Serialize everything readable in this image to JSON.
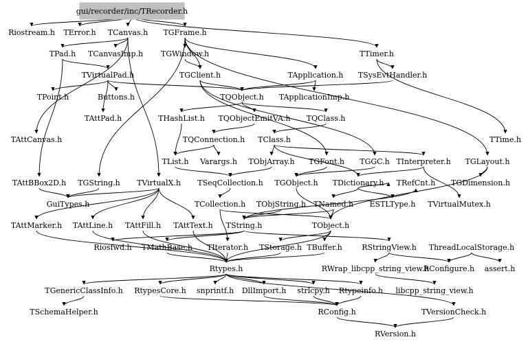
{
  "root": "gui/recorder/inc/TRecorder.h",
  "nodes": [
    {
      "id": "root",
      "label": "gui/recorder/inc/TRecorder.h"
    },
    {
      "id": "riostream",
      "label": "Riostream.h"
    },
    {
      "id": "terror",
      "label": "TError.h"
    },
    {
      "id": "tcanvas",
      "label": "TCanvas.h"
    },
    {
      "id": "tgframe",
      "label": "TGFrame.h"
    },
    {
      "id": "ttimer",
      "label": "TTimer.h"
    },
    {
      "id": "tpad",
      "label": "TPad.h"
    },
    {
      "id": "tcanvasimp",
      "label": "TCanvasImp.h"
    },
    {
      "id": "tgwindow",
      "label": "TGWindow.h"
    },
    {
      "id": "tsysevthandler",
      "label": "TSysEvtHandler.h"
    },
    {
      "id": "tvirtualpad",
      "label": "TVirtualPad.h"
    },
    {
      "id": "tgclient",
      "label": "TGClient.h"
    },
    {
      "id": "tapplication",
      "label": "TApplication.h"
    },
    {
      "id": "tpoint",
      "label": "TPoint.h"
    },
    {
      "id": "buttons",
      "label": "Buttons.h"
    },
    {
      "id": "tqobject",
      "label": "TQObject.h"
    },
    {
      "id": "tapplicationimp",
      "label": "TApplicationImp.h"
    },
    {
      "id": "tattpad",
      "label": "TAttPad.h"
    },
    {
      "id": "thashlist",
      "label": "THashList.h"
    },
    {
      "id": "tqobjectemitva",
      "label": "TQObjectEmitVA.h"
    },
    {
      "id": "tqclass",
      "label": "TQClass.h"
    },
    {
      "id": "tattcanvas",
      "label": "TAttCanvas.h"
    },
    {
      "id": "tqconnection",
      "label": "TQConnection.h"
    },
    {
      "id": "tclass",
      "label": "TClass.h"
    },
    {
      "id": "ttime",
      "label": "TTime.h"
    },
    {
      "id": "tlist",
      "label": "TList.h"
    },
    {
      "id": "varargs",
      "label": "Varargs.h"
    },
    {
      "id": "tobjarray",
      "label": "TObjArray.h"
    },
    {
      "id": "tgfont",
      "label": "TGFont.h"
    },
    {
      "id": "tggc",
      "label": "TGGC.h"
    },
    {
      "id": "tinterpreter",
      "label": "TInterpreter.h"
    },
    {
      "id": "tglayout",
      "label": "TGLayout.h"
    },
    {
      "id": "tattbbox2d",
      "label": "TAttBBox2D.h"
    },
    {
      "id": "tgstring",
      "label": "TGString.h"
    },
    {
      "id": "tvirtualx",
      "label": "TVirtualX.h"
    },
    {
      "id": "tseqcollection",
      "label": "TSeqCollection.h"
    },
    {
      "id": "tgobject",
      "label": "TGObject.h"
    },
    {
      "id": "tdictionary",
      "label": "TDictionary.h"
    },
    {
      "id": "trefcnt",
      "label": "TRefCnt.h"
    },
    {
      "id": "tgdimension",
      "label": "TGDimension.h"
    },
    {
      "id": "guitypes",
      "label": "GuiTypes.h"
    },
    {
      "id": "tcollection",
      "label": "TCollection.h"
    },
    {
      "id": "tobjstring",
      "label": "TObjString.h"
    },
    {
      "id": "tnamed",
      "label": "TNamed.h"
    },
    {
      "id": "estltype",
      "label": "ESTLType.h"
    },
    {
      "id": "tvirtualmutex",
      "label": "TVirtualMutex.h"
    },
    {
      "id": "tattmarker",
      "label": "TAttMarker.h"
    },
    {
      "id": "tattline",
      "label": "TAttLine.h"
    },
    {
      "id": "tattfill",
      "label": "TAttFill.h"
    },
    {
      "id": "tatttext",
      "label": "TAttText.h"
    },
    {
      "id": "tstring",
      "label": "TString.h"
    },
    {
      "id": "tobject",
      "label": "TObject.h"
    },
    {
      "id": "riosfwd",
      "label": "Riosfwd.h"
    },
    {
      "id": "tmathbase",
      "label": "TMathBase.h"
    },
    {
      "id": "titerator",
      "label": "TIterator.h"
    },
    {
      "id": "tstorage",
      "label": "TStorage.h"
    },
    {
      "id": "tbuffer",
      "label": "TBuffer.h"
    },
    {
      "id": "rstringview",
      "label": "RStringView.h"
    },
    {
      "id": "threadlocalstorage",
      "label": "ThreadLocalStorage.h"
    },
    {
      "id": "rtypes",
      "label": "Rtypes.h"
    },
    {
      "id": "rwrap",
      "label": "RWrap_libcpp_string_view.h"
    },
    {
      "id": "rconfigure",
      "label": "RConfigure.h"
    },
    {
      "id": "assert",
      "label": "assert.h"
    },
    {
      "id": "tgenericclassinfo",
      "label": "TGenericClassInfo.h"
    },
    {
      "id": "rtypescore",
      "label": "RtypesCore.h"
    },
    {
      "id": "snprintf",
      "label": "snprintf.h"
    },
    {
      "id": "dllimport",
      "label": "DllImport.h"
    },
    {
      "id": "strlcpy",
      "label": "strlcpy.h"
    },
    {
      "id": "rtypeinfo",
      "label": "Rtypeinfo.h"
    },
    {
      "id": "libcpp",
      "label": "libcpp_string_view.h"
    },
    {
      "id": "tschemahelper",
      "label": "TSchemaHelper.h"
    },
    {
      "id": "rconfig",
      "label": "RConfig.h"
    },
    {
      "id": "tversioncheck",
      "label": "TVersionCheck.h"
    },
    {
      "id": "rversion",
      "label": "RVersion.h"
    }
  ],
  "edges": [
    [
      "root",
      "riostream"
    ],
    [
      "root",
      "terror"
    ],
    [
      "root",
      "tcanvas"
    ],
    [
      "root",
      "tgframe"
    ],
    [
      "root",
      "ttimer"
    ],
    [
      "tcanvas",
      "tpad"
    ],
    [
      "tcanvas",
      "tcanvasimp"
    ],
    [
      "tcanvas",
      "tattcanvas"
    ],
    [
      "tcanvas",
      "tvirtualx"
    ],
    [
      "tgframe",
      "tgwindow"
    ],
    [
      "tgframe",
      "tgclient"
    ],
    [
      "tgframe",
      "tapplication"
    ],
    [
      "tgframe",
      "tglayout"
    ],
    [
      "tgframe",
      "tgstring"
    ],
    [
      "ttimer",
      "tsysevthandler"
    ],
    [
      "ttimer",
      "ttime"
    ],
    [
      "tpad",
      "tvirtualpad"
    ],
    [
      "tpad",
      "tattbbox2d"
    ],
    [
      "tvirtualpad",
      "tpoint"
    ],
    [
      "tvirtualpad",
      "buttons"
    ],
    [
      "tvirtualpad",
      "tattpad"
    ],
    [
      "tvirtualpad",
      "tqobject"
    ],
    [
      "tgwindow",
      "tgclient"
    ],
    [
      "tgclient",
      "tqobject"
    ],
    [
      "tgclient",
      "tgfont"
    ],
    [
      "tgclient",
      "tggc"
    ],
    [
      "tapplication",
      "tapplicationimp"
    ],
    [
      "tapplication",
      "tqobject"
    ],
    [
      "tsysevthandler",
      "tqobject"
    ],
    [
      "tqobject",
      "tqobjectemitva"
    ],
    [
      "tqobject",
      "tqclass"
    ],
    [
      "tqobject",
      "thashlist"
    ],
    [
      "tqobjectemitva",
      "tqconnection"
    ],
    [
      "tqclass",
      "tclass"
    ],
    [
      "tqconnection",
      "tlist"
    ],
    [
      "tqconnection",
      "varargs"
    ],
    [
      "tclass",
      "tobjarray"
    ],
    [
      "tclass",
      "tinterpreter"
    ],
    [
      "tclass",
      "tdictionary"
    ],
    [
      "thashlist",
      "tlist"
    ],
    [
      "tlist",
      "tseqcollection"
    ],
    [
      "tobjarray",
      "tseqcollection"
    ],
    [
      "tgfont",
      "tgobject"
    ],
    [
      "tggc",
      "tgobject"
    ],
    [
      "tinterpreter",
      "tdictionary"
    ],
    [
      "tinterpreter",
      "tvirtualmutex"
    ],
    [
      "tglayout",
      "tgdimension"
    ],
    [
      "tglayout",
      "tobject"
    ],
    [
      "tattbbox2d",
      "guitypes"
    ],
    [
      "tgstring",
      "guitypes"
    ],
    [
      "tvirtualx",
      "guitypes"
    ],
    [
      "tvirtualx",
      "tattmarker"
    ],
    [
      "tvirtualx",
      "tattline"
    ],
    [
      "tvirtualx",
      "tattfill"
    ],
    [
      "tvirtualx",
      "tatttext"
    ],
    [
      "tseqcollection",
      "tcollection"
    ],
    [
      "tgobject",
      "tobject"
    ],
    [
      "tdictionary",
      "tnamed"
    ],
    [
      "tdictionary",
      "estltype"
    ],
    [
      "tdictionary",
      "trefcnt"
    ],
    [
      "tcollection",
      "tobject"
    ],
    [
      "tcollection",
      "titerator"
    ],
    [
      "tobjstring",
      "tstring"
    ],
    [
      "tnamed",
      "tobject"
    ],
    [
      "tnamed",
      "tstring"
    ],
    [
      "tattmarker",
      "rtypes"
    ],
    [
      "tattline",
      "rtypes"
    ],
    [
      "tattfill",
      "rtypes"
    ],
    [
      "tatttext",
      "rtypes"
    ],
    [
      "tstring",
      "riosfwd"
    ],
    [
      "tstring",
      "tmathbase"
    ],
    [
      "tstring",
      "rstringview"
    ],
    [
      "tstring",
      "trefcnt"
    ],
    [
      "tobject",
      "tstorage"
    ],
    [
      "tobject",
      "tbuffer"
    ],
    [
      "tobject",
      "rtypes"
    ],
    [
      "tmathbase",
      "rtypes"
    ],
    [
      "titerator",
      "rtypes"
    ],
    [
      "tstorage",
      "rtypes"
    ],
    [
      "tbuffer",
      "rtypes"
    ],
    [
      "rstringview",
      "rconfigure"
    ],
    [
      "rstringview",
      "rwrap"
    ],
    [
      "threadlocalstorage",
      "rconfigure"
    ],
    [
      "threadlocalstorage",
      "assert"
    ],
    [
      "rtypes",
      "tgenericclassinfo"
    ],
    [
      "rtypes",
      "rtypescore"
    ],
    [
      "rtypes",
      "snprintf"
    ],
    [
      "rtypes",
      "dllimport"
    ],
    [
      "rtypes",
      "strlcpy"
    ],
    [
      "rtypes",
      "rtypeinfo"
    ],
    [
      "rtypes",
      "tversioncheck"
    ],
    [
      "rwrap",
      "libcpp"
    ],
    [
      "tgenericclassinfo",
      "tschemahelper"
    ],
    [
      "rtypescore",
      "rconfig"
    ],
    [
      "dllimport",
      "rconfig"
    ],
    [
      "strlcpy",
      "rconfig"
    ],
    [
      "rtypeinfo",
      "rconfig"
    ],
    [
      "rconfig",
      "rversion"
    ],
    [
      "tversioncheck",
      "rversion"
    ]
  ]
}
